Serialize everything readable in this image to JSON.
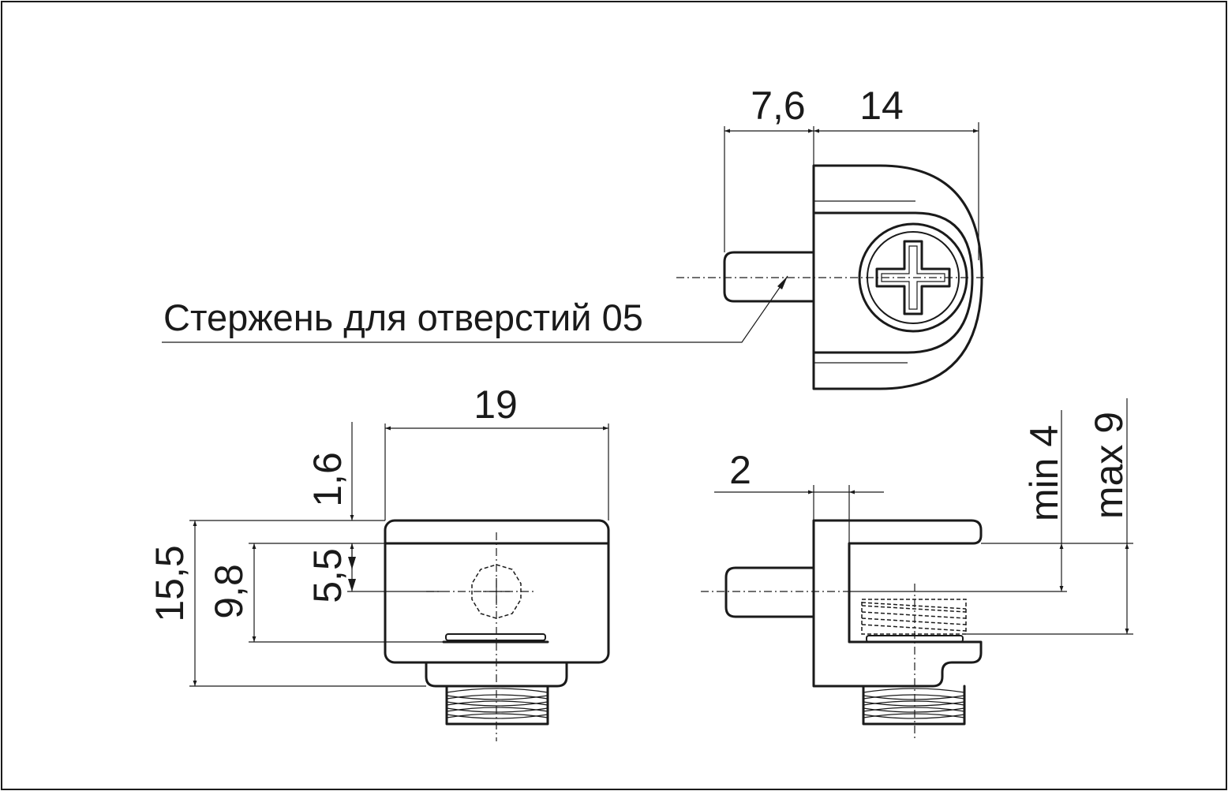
{
  "drawing": {
    "line_color": "#1a1a1a",
    "background": "#ffffff"
  },
  "top_view": {
    "dim_rod_length": "7,6",
    "dim_body_length": "14",
    "note": "Стержень для отверстий 05",
    "screw_head": "phillips-screw-icon"
  },
  "front_view": {
    "dim_width": "19",
    "dim_total_height": "15,5",
    "dim_body_height": "9,8",
    "dim_top_offset": "1,6",
    "dim_center_height": "5,5",
    "screw_head": "hex-screw-icon"
  },
  "side_view": {
    "dim_gap": "2",
    "dim_min_glass": "min 4",
    "dim_max_glass": "max 9"
  }
}
